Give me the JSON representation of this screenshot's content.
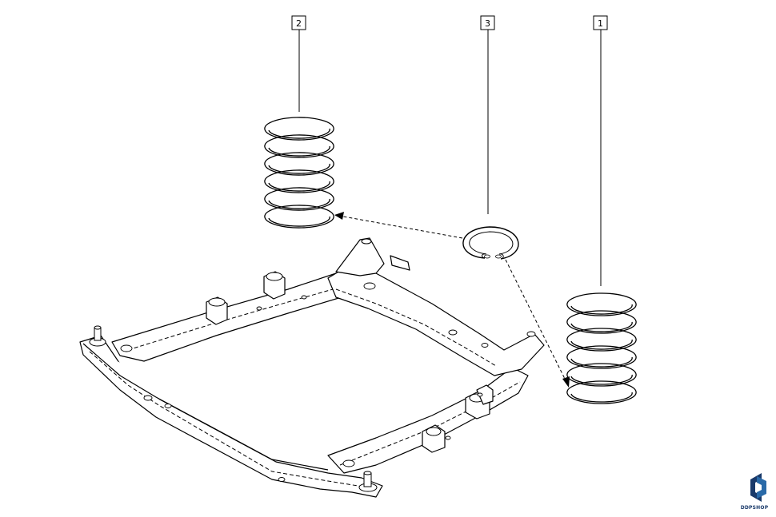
{
  "callouts": [
    {
      "id": "callout-1",
      "label": "1"
    },
    {
      "id": "callout-2",
      "label": "2"
    },
    {
      "id": "callout-3",
      "label": "3"
    }
  ],
  "parts": [
    {
      "callout": "1",
      "icon": "coil-spring-icon"
    },
    {
      "callout": "2",
      "icon": "coil-spring-icon"
    },
    {
      "callout": "3",
      "icon": "spring-seat-ring-icon"
    },
    {
      "callout": "",
      "icon": "front-subframe-icon"
    }
  ],
  "logo": {
    "text": "DDPSHOP",
    "color": "#1a3a6a",
    "icon": "ddpshop-logo-icon"
  }
}
